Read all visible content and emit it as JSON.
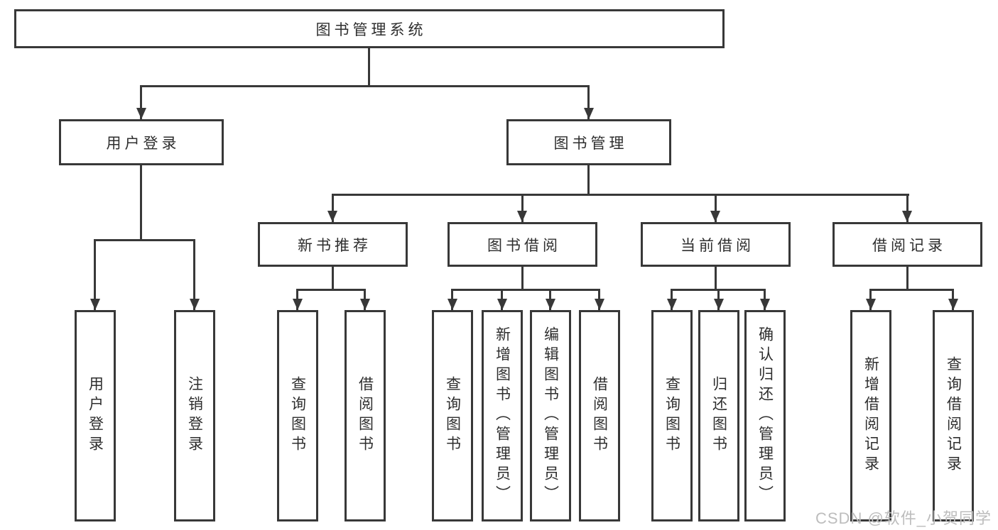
{
  "diagram": {
    "root": {
      "label": "图书管理系统"
    },
    "level2": [
      {
        "label": "用户登录"
      },
      {
        "label": "图书管理"
      }
    ],
    "level3": [
      {
        "label": "新书推荐"
      },
      {
        "label": "图书借阅"
      },
      {
        "label": "当前借阅"
      },
      {
        "label": "借阅记录"
      }
    ],
    "leaves": {
      "user_login": [
        {
          "label": "用户登录"
        },
        {
          "label": "注销登录"
        }
      ],
      "new_book": [
        {
          "label": "查询图书"
        },
        {
          "label": "借阅图书"
        }
      ],
      "book_borrow": [
        {
          "label": "查询图书"
        },
        {
          "label": "新增图书（管理员）"
        },
        {
          "label": "编辑图书（管理员）"
        },
        {
          "label": "借阅图书"
        }
      ],
      "current_borrow": [
        {
          "label": "查询图书"
        },
        {
          "label": "归还图书"
        },
        {
          "label": "确认归还（管理员）"
        }
      ],
      "borrow_record": [
        {
          "label": "新增借阅记录"
        },
        {
          "label": "查询借阅记录"
        }
      ]
    }
  },
  "watermark": {
    "text": "CSDN @软件_小贺同学"
  },
  "colors": {
    "line": "#383838",
    "text": "#2e2e2e",
    "background": "#ffffff",
    "watermark": "#bdbdbd"
  }
}
